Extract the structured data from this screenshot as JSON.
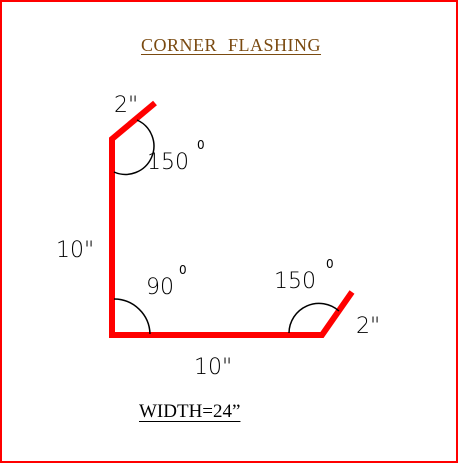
{
  "title": "CORNER FLASHING",
  "footer": "WIDTH=24”",
  "border_color": "#ff0000",
  "flashing_color": "#ff0000",
  "title_color": "#7a4a10",
  "segments": [
    {
      "label": "2\"",
      "length_in": 2
    },
    {
      "label": "10\"",
      "length_in": 10
    },
    {
      "label": "10\"",
      "length_in": 10
    },
    {
      "label": "2\"",
      "length_in": 2
    }
  ],
  "angles": [
    {
      "value": "150",
      "unit": "0"
    },
    {
      "value": "90",
      "unit": "0"
    },
    {
      "value": "150",
      "unit": "0"
    }
  ]
}
